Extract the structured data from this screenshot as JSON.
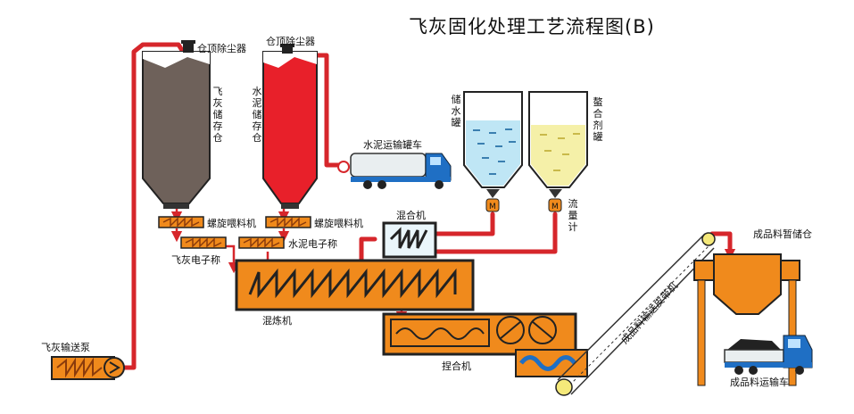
{
  "title": "飞灰固化处理工艺流程图(B)",
  "labels": {
    "dust_collector_1": "仓顶除尘器",
    "dust_collector_2": "仓顶除尘器",
    "flyash_silo": "飞灰储存仓",
    "cement_silo": "水泥储存仓",
    "cement_truck": "水泥运输罐车",
    "water_tank": "储水罐",
    "chelant_tank": "螯合剂罐",
    "flowmeter": "流量计",
    "mixer_small": "混合机",
    "screw_feeder_1": "螺旋喂料机",
    "screw_feeder_2": "螺旋喂料机",
    "cement_scale": "水泥电子称",
    "flyash_scale": "飞灰电子称",
    "kneader": "混炼机",
    "pinch_mixer": "捏合机",
    "conveyor": "成品料输送皮带机",
    "product_bin": "成品料暂储仓",
    "product_truck": "成品料运输车",
    "flyash_pump": "飞灰输送泵",
    "motor_letter": "M"
  },
  "colors": {
    "pipe": "#d6262b",
    "flyash": "#6e615a",
    "cement": "#e8202a",
    "machine": "#f08a1c",
    "water": "#bfe6f5",
    "chelant": "#f5f0a8",
    "truck": "#1f6fc4"
  }
}
